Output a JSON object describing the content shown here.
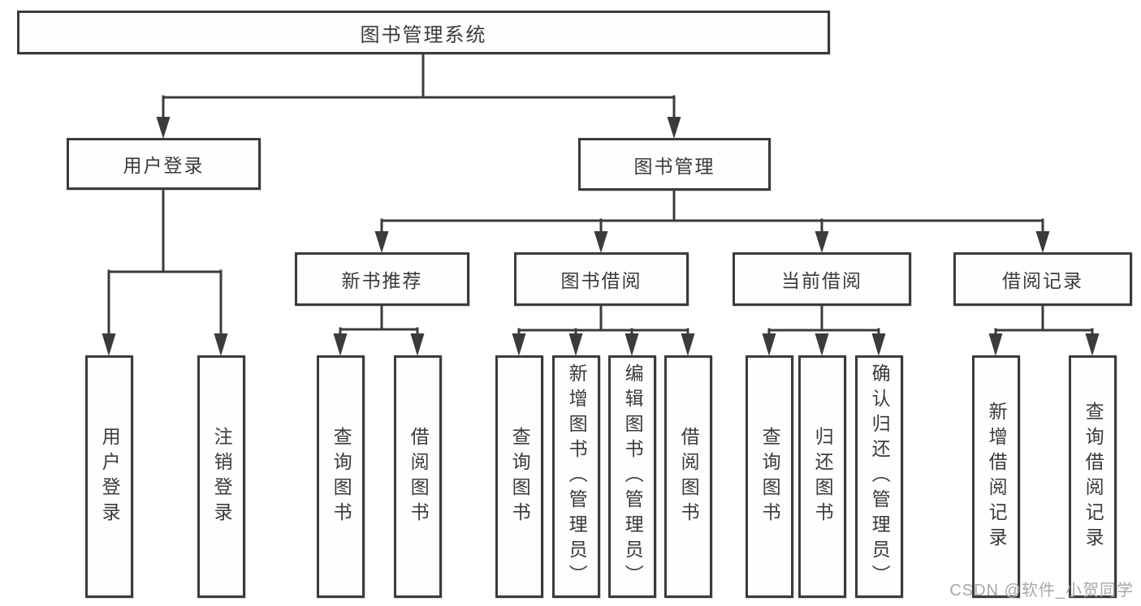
{
  "diagram": {
    "tree": {
      "label": "图书管理系统",
      "children": [
        {
          "label": "用户登录",
          "children": [
            {
              "label": "用户登录"
            },
            {
              "label": "注销登录"
            }
          ]
        },
        {
          "label": "图书管理",
          "children": [
            {
              "label": "新书推荐",
              "children": [
                {
                  "label": "查询图书"
                },
                {
                  "label": "借阅图书"
                }
              ]
            },
            {
              "label": "图书借阅",
              "children": [
                {
                  "label": "查询图书"
                },
                {
                  "label": "新增图书（管理员）"
                },
                {
                  "label": "编辑图书（管理员）"
                },
                {
                  "label": "借阅图书"
                }
              ]
            },
            {
              "label": "当前借阅",
              "children": [
                {
                  "label": "查询图书"
                },
                {
                  "label": "归还图书"
                },
                {
                  "label": "确认归还（管理员）"
                }
              ]
            },
            {
              "label": "借阅记录",
              "children": [
                {
                  "label": "新增借阅记录"
                },
                {
                  "label": "查询借阅记录"
                }
              ]
            }
          ]
        }
      ]
    },
    "colors": {
      "line": "#3b3b3b",
      "box_border": "#3b3b3b",
      "box_fill": "#fefefe",
      "text": "#3a3a3a",
      "background": "#ffffff",
      "watermark": "#a8a8a8"
    }
  },
  "watermark": {
    "text": "CSDN @软件_小贺同学"
  }
}
